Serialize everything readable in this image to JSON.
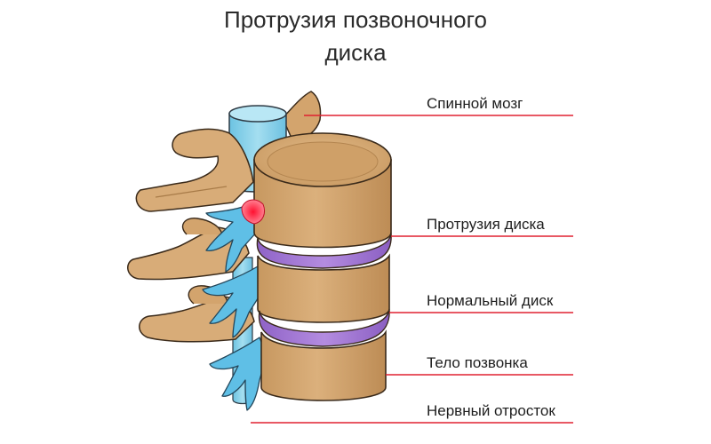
{
  "title": {
    "line1": "Протрузия позвоночного",
    "line2": "диска"
  },
  "labels": {
    "spinal_cord": "Спинной мозг",
    "disc_protrusion": "Протрузия диска",
    "normal_disc": "Нормальный диск",
    "vertebral_body": "Тело позвонка",
    "nerve_root": "Нервный отросток"
  },
  "colors": {
    "bone": "#d8ac78",
    "bone_dark": "#b9884f",
    "spinal_cord": "#8fd3ea",
    "nerve": "#5fbfe6",
    "disc": "#a97fd6",
    "protrusion": "#ff2a3a",
    "leader_line": "#e02030"
  }
}
